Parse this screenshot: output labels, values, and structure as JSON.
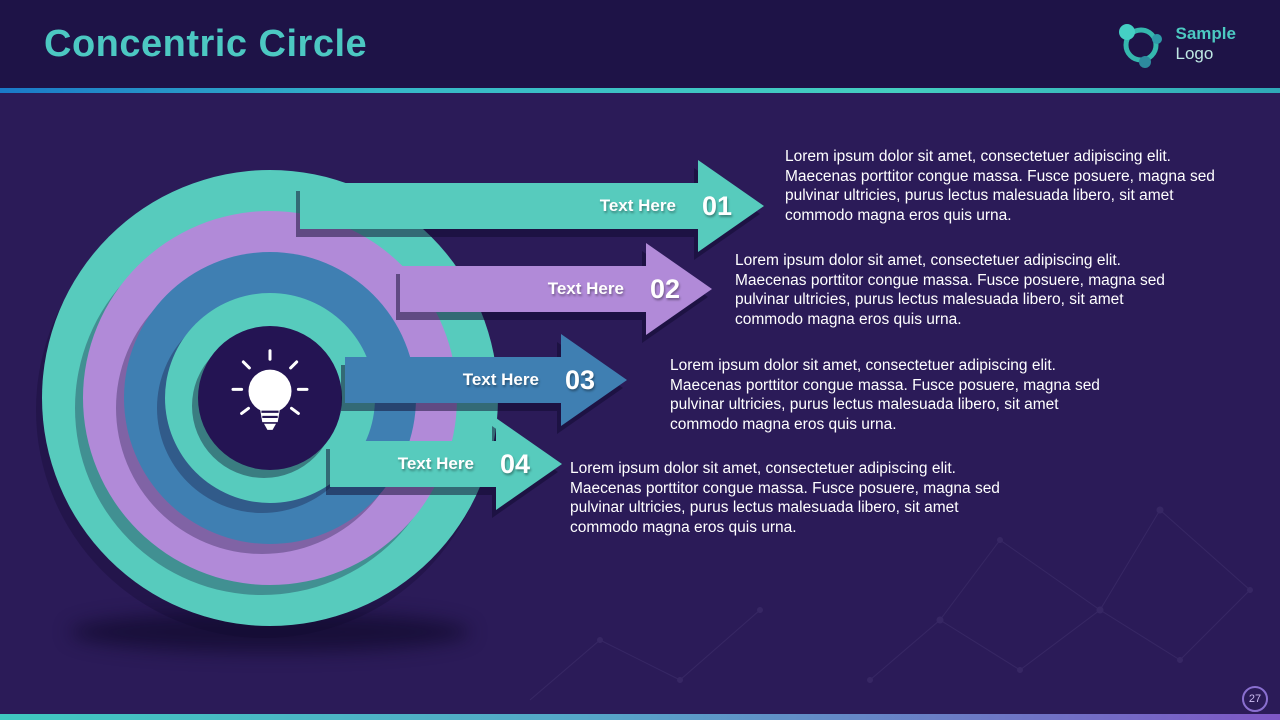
{
  "slide": {
    "title": "Concentric Circle",
    "page_number": "27"
  },
  "logo": {
    "line1": "Sample",
    "line2": "Logo"
  },
  "colors": {
    "background": "#2b1b58",
    "header_background": "#1e1347",
    "title": "#4cc8c2",
    "accent_teal": "#57cbbd",
    "accent_purple": "#b18ad8",
    "accent_blue": "#3f7fb2",
    "center_circle": "#241453",
    "top_rule_gradient": [
      "#1a79c8",
      "#45cfc0",
      "#2fa9b8"
    ],
    "bottom_rule_gradient": [
      "#3fc9c0",
      "#7e57c5"
    ]
  },
  "items": [
    {
      "label": "Text Here",
      "number": "01",
      "color": "#57cbbd",
      "description": "Lorem ipsum dolor sit amet, consectetuer adipiscing elit. Maecenas porttitor congue massa. Fusce posuere, magna sed pulvinar ultricies, purus lectus malesuada libero, sit amet commodo magna eros quis urna."
    },
    {
      "label": "Text Here",
      "number": "02",
      "color": "#b18ad8",
      "description": "Lorem ipsum dolor sit amet, consectetuer adipiscing elit. Maecenas porttitor congue massa. Fusce posuere, magna sed pulvinar ultricies, purus lectus malesuada libero, sit amet commodo magna eros quis urna."
    },
    {
      "label": "Text Here",
      "number": "03",
      "color": "#3f7fb2",
      "description": "Lorem ipsum dolor sit amet, consectetuer adipiscing elit. Maecenas porttitor congue massa. Fusce posuere, magna sed pulvinar ultricies, purus lectus malesuada libero, sit amet commodo magna eros quis urna."
    },
    {
      "label": "Text Here",
      "number": "04",
      "color": "#57cbbd",
      "description": "Lorem ipsum dolor sit amet, consectetuer adipiscing elit. Maecenas porttitor congue massa. Fusce posuere, magna sed pulvinar ultricies, purus lectus malesuada libero, sit amet commodo magna eros quis urna."
    }
  ]
}
